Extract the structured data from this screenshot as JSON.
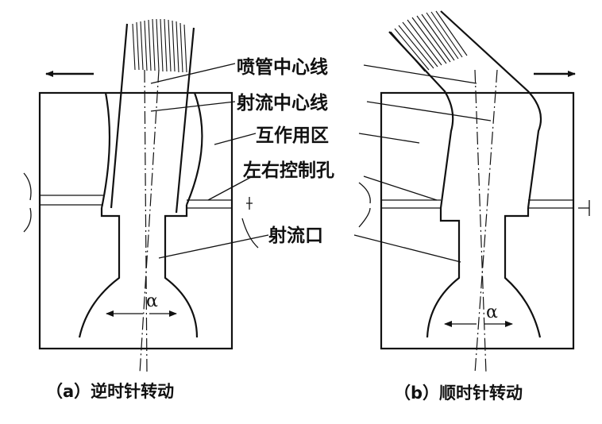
{
  "labels": {
    "nozzle_centerline": "喷管中心线",
    "jet_centerline": "射流中心线",
    "interaction_zone": "互作用区",
    "control_holes": "左右控制孔",
    "jet_outlet": "射流口",
    "alpha_left": "α",
    "alpha_right": "α"
  },
  "captions": {
    "a": "（a）逆时针转动",
    "b": "（b）顺时针转动"
  }
}
